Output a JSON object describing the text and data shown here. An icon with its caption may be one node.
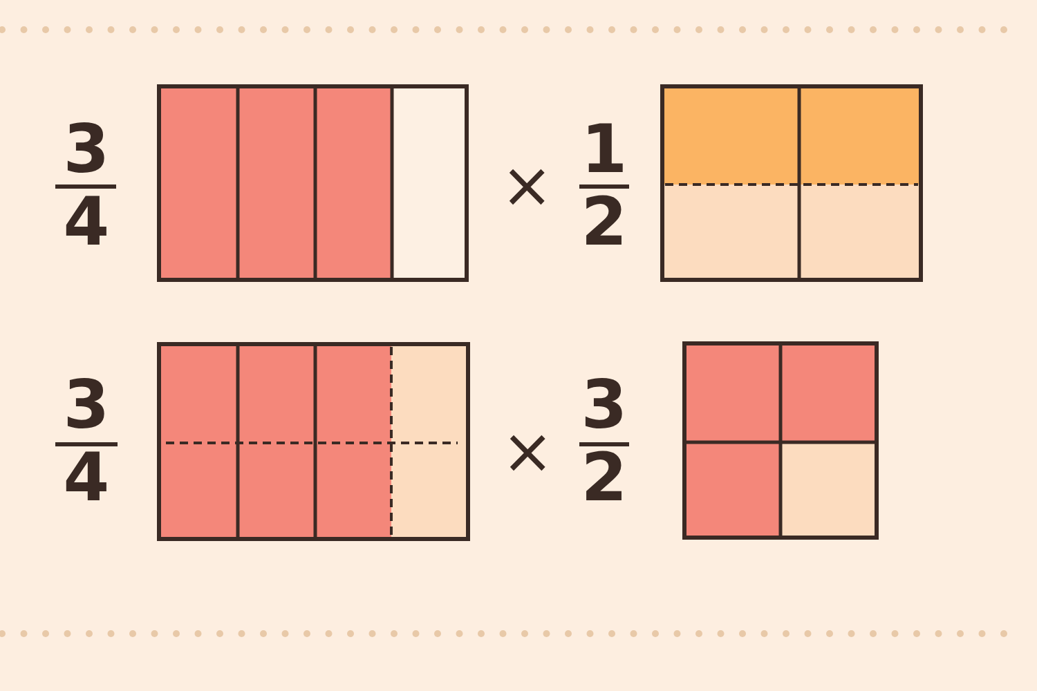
{
  "diagram": {
    "labels": [
      "3",
      "4",
      "×",
      "1",
      "2",
      "3",
      "4",
      "×",
      "3",
      "2"
    ]
  }
}
